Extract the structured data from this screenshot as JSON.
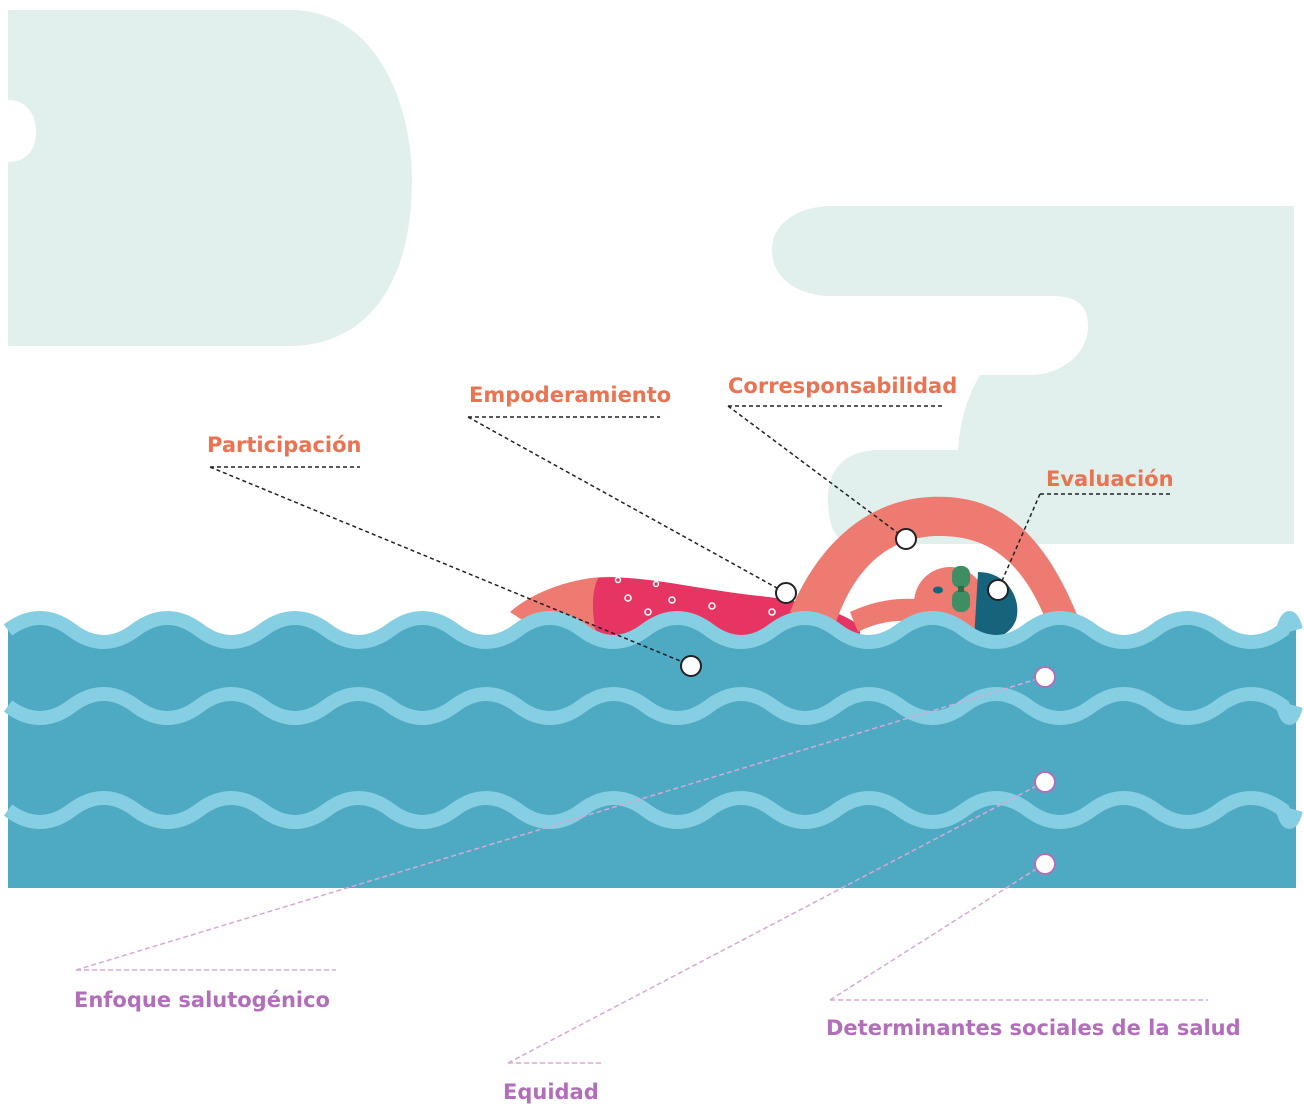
{
  "labels": {
    "participacion": "Participación",
    "empoderamiento": "Empoderamiento",
    "corresponsabilidad": "Corresponsabilidad",
    "evaluacion": "Evaluación",
    "enfoque_salutogenico": "Enfoque salutogénico",
    "equidad": "Equidad",
    "determinantes": "Determinantes sociales de la salud"
  },
  "colors": {
    "cloud": "#e1f0ec",
    "water": "#4eaac3",
    "wave_light": "#86cfe2",
    "body": "#ee7b72",
    "swimsuit": "#e63563",
    "cap": "#16647b",
    "goggles": "#3f8e63",
    "orange_label": "#eb7352",
    "purple_label": "#b26fb9",
    "orange_leader": "#222222",
    "purple_leader": "#d7a8d8"
  },
  "icons": {
    "swimmer": "swimmer-illustration",
    "markers": "circle-marker"
  }
}
